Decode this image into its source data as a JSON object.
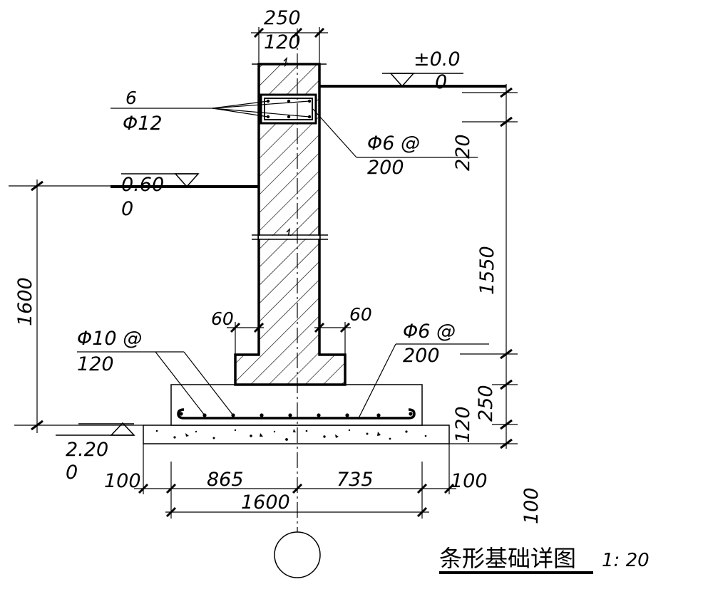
{
  "title": {
    "name": "条形基础详图",
    "scale": "1: 20"
  },
  "dimensions": {
    "wall_width": "250",
    "wall_inner": "120",
    "ground_level_line1": "±0.0",
    "ground_level_line2": "0",
    "beam_height": "220",
    "wall_height": "1550",
    "footing_height": "250",
    "cushion_height": "120",
    "cushion_extra": "100",
    "total_depth": "1600",
    "outer_level_line1": "0.60",
    "outer_level_line2": "0",
    "bottom_level_line1": "2.20",
    "bottom_level_line2": "0",
    "step_left": "60",
    "step_right": "60",
    "bottom_left_ext": "100",
    "bottom_left_part": "865",
    "bottom_right_part": "735",
    "bottom_right_ext": "100",
    "bottom_total": "1600"
  },
  "rebar": {
    "beam_count": "6",
    "beam_bar": "Φ12",
    "stirrup_line1": "Φ6 @",
    "stirrup_line2": "200",
    "main_line1": "Φ10 @",
    "main_line2": "120",
    "dist_line1": "Φ6 @",
    "dist_line2": "200"
  }
}
